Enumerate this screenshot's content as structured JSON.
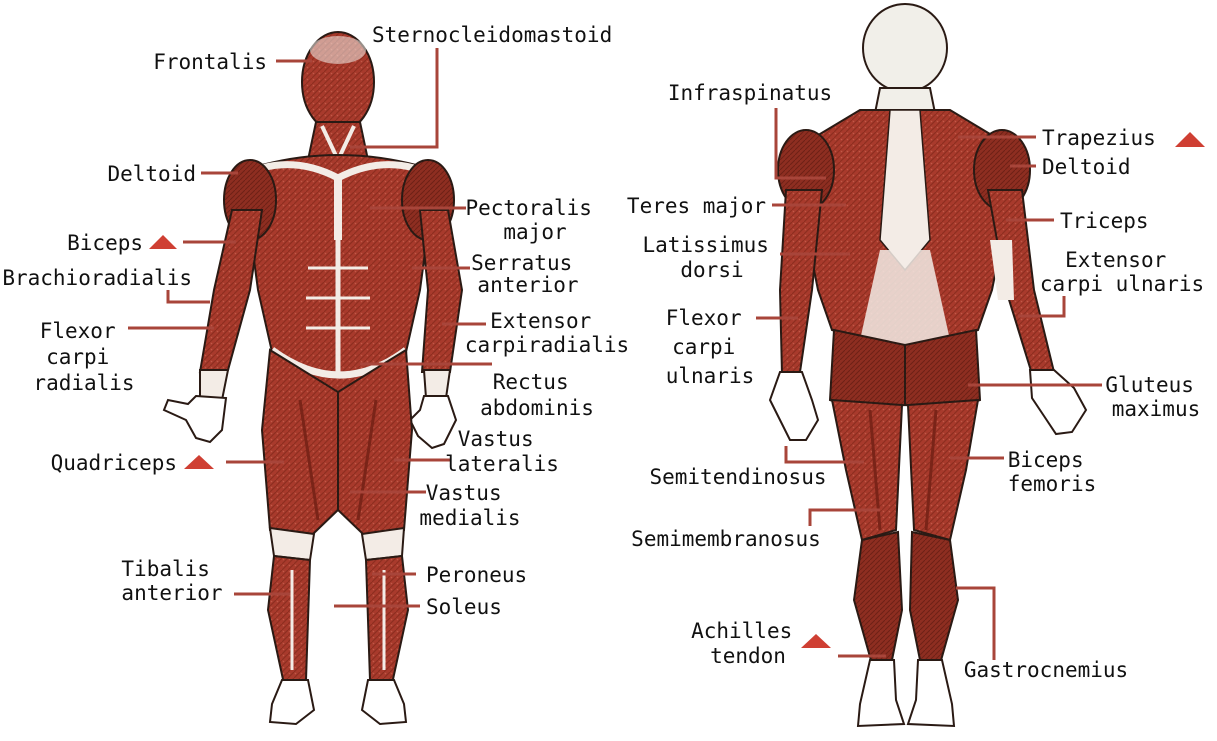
{
  "colors": {
    "muscle": "#a83a2c",
    "muscle_dark": "#7a2418",
    "tendon": "#f3ece6",
    "skin_outline": "#2a1a14",
    "leader_line": "#a8453a",
    "marker": "#cf3f33",
    "bone": "#f1efe9"
  },
  "icons": {
    "marker": "triangle-marker-icon"
  },
  "front_labels": [
    {
      "id": "frontalis",
      "lines": [
        "Frontalis"
      ],
      "marker": false
    },
    {
      "id": "sternocleidomastoid",
      "lines": [
        "Sternocleidomastoid"
      ],
      "marker": false
    },
    {
      "id": "deltoid-front",
      "lines": [
        "Deltoid"
      ],
      "marker": false
    },
    {
      "id": "pectoralis-major",
      "lines": [
        "Pectoralis",
        "major"
      ],
      "marker": false
    },
    {
      "id": "biceps",
      "lines": [
        "Biceps"
      ],
      "marker": true
    },
    {
      "id": "serratus-anterior",
      "lines": [
        "Serratus",
        "anterior"
      ],
      "marker": false
    },
    {
      "id": "brachioradialis",
      "lines": [
        "Brachioradialis"
      ],
      "marker": false
    },
    {
      "id": "flexor-carpi-radialis",
      "lines": [
        "Flexor",
        "carpi",
        "radialis"
      ],
      "marker": false
    },
    {
      "id": "extensor-carpiradialis",
      "lines": [
        "Extensor",
        "carpiradialis"
      ],
      "marker": false
    },
    {
      "id": "rectus-abdominis",
      "lines": [
        "Rectus",
        "abdominis"
      ],
      "marker": false
    },
    {
      "id": "vastus-lateralis",
      "lines": [
        "Vastus",
        "lateralis"
      ],
      "marker": false
    },
    {
      "id": "quadriceps",
      "lines": [
        "Quadriceps"
      ],
      "marker": true
    },
    {
      "id": "vastus-medialis",
      "lines": [
        "Vastus",
        "medialis"
      ],
      "marker": false
    },
    {
      "id": "tibalis-anterior",
      "lines": [
        "Tibalis",
        "anterior"
      ],
      "marker": false
    },
    {
      "id": "peroneus",
      "lines": [
        "Peroneus"
      ],
      "marker": false
    },
    {
      "id": "soleus",
      "lines": [
        "Soleus"
      ],
      "marker": false
    }
  ],
  "back_labels": [
    {
      "id": "infraspinatus",
      "lines": [
        "Infraspinatus"
      ],
      "marker": false
    },
    {
      "id": "trapezius",
      "lines": [
        "Trapezius"
      ],
      "marker": true
    },
    {
      "id": "deltoid-back",
      "lines": [
        "Deltoid"
      ],
      "marker": false
    },
    {
      "id": "teres-major",
      "lines": [
        "Teres major"
      ],
      "marker": false
    },
    {
      "id": "triceps",
      "lines": [
        "Triceps"
      ],
      "marker": false
    },
    {
      "id": "latissimus-dorsi",
      "lines": [
        "Latissimus",
        "dorsi"
      ],
      "marker": false
    },
    {
      "id": "extensor-carpi-ulnaris",
      "lines": [
        "Extensor",
        "carpi ulnaris"
      ],
      "marker": false
    },
    {
      "id": "flexor-carpi-ulnaris",
      "lines": [
        "Flexor",
        "carpi",
        "ulnaris"
      ],
      "marker": false
    },
    {
      "id": "gluteus-maximus",
      "lines": [
        "Gluteus",
        "maximus"
      ],
      "marker": false
    },
    {
      "id": "semitendinosus",
      "lines": [
        "Semitendinosus"
      ],
      "marker": false
    },
    {
      "id": "biceps-femoris",
      "lines": [
        "Biceps",
        "femoris"
      ],
      "marker": false
    },
    {
      "id": "semimembranosus",
      "lines": [
        "Semimembranosus"
      ],
      "marker": false
    },
    {
      "id": "achilles-tendon",
      "lines": [
        "Achilles",
        "tendon"
      ],
      "marker": true
    },
    {
      "id": "gastrocnemius",
      "lines": [
        "Gastrocnemius"
      ],
      "marker": false
    }
  ]
}
